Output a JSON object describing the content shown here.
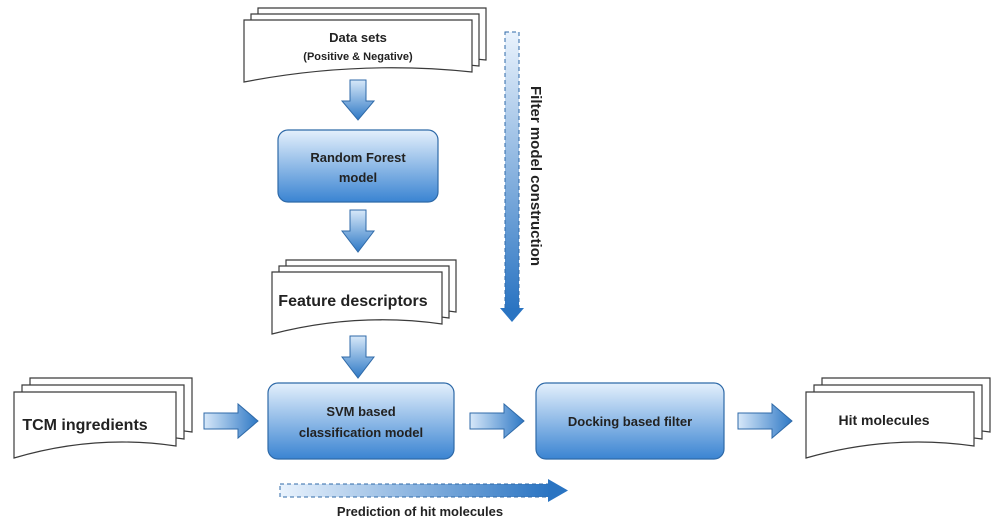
{
  "nodes": {
    "datasets": {
      "line1": "Data sets",
      "line2": "(Positive & Negative)"
    },
    "random_forest": {
      "line1": "Random Forest",
      "line2": "model"
    },
    "feature_descriptors": {
      "label": "Feature descriptors"
    },
    "tcm_ingredients": {
      "label": "TCM ingredients"
    },
    "svm": {
      "line1": "SVM based",
      "line2": "classification model"
    },
    "docking": {
      "label": "Docking based filter"
    },
    "hit_molecules": {
      "label": "Hit molecules"
    }
  },
  "annotations": {
    "filter_model": "Filter model construction",
    "prediction": "Prediction of hit molecules"
  },
  "colors": {
    "box_light": "#dcebfb",
    "box_dark": "#3b86d4",
    "arrow_light": "#cfe2f7",
    "arrow_dark": "#2f79c6",
    "outline": "#2f6aa8"
  }
}
